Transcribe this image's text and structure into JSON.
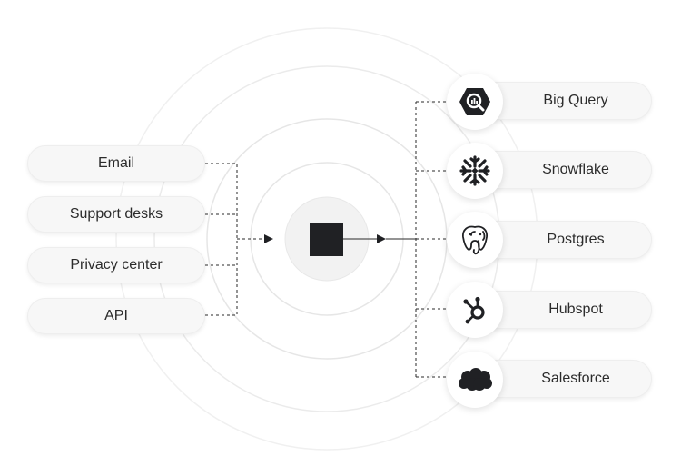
{
  "sources": [
    {
      "label": "Email"
    },
    {
      "label": "Support desks"
    },
    {
      "label": "Privacy center"
    },
    {
      "label": "API"
    }
  ],
  "destinations": [
    {
      "label": "Big Query",
      "icon": "bigquery-icon"
    },
    {
      "label": "Snowflake",
      "icon": "snowflake-icon"
    },
    {
      "label": "Postgres",
      "icon": "postgres-icon"
    },
    {
      "label": "Hubspot",
      "icon": "hubspot-icon"
    },
    {
      "label": "Salesforce",
      "icon": "salesforce-icon"
    }
  ],
  "colors": {
    "node": "#202124",
    "line": "#2a2a2a",
    "ring": "#e6e6e6",
    "pill_bg": "#f7f7f7"
  }
}
